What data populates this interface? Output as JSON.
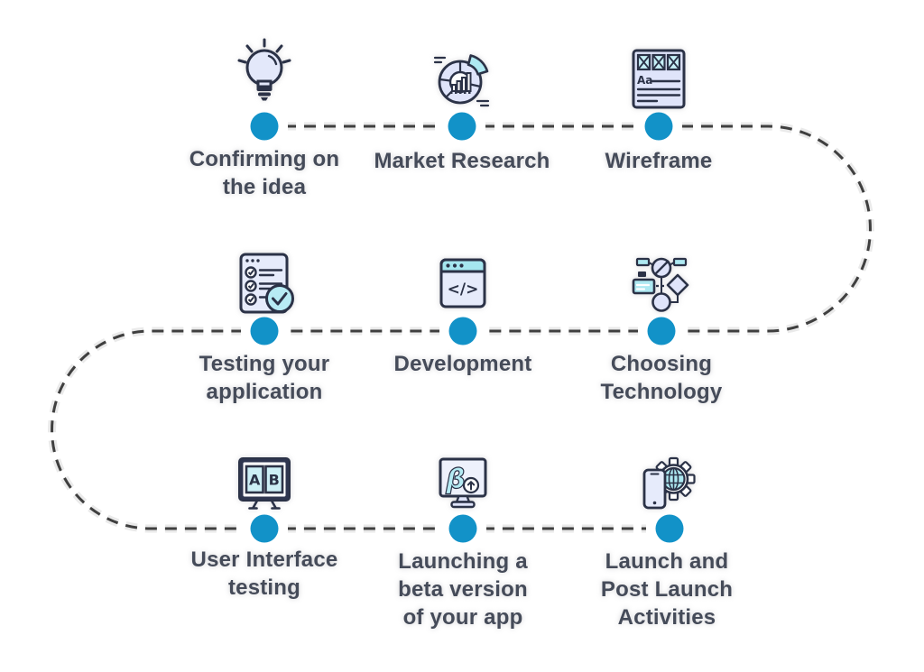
{
  "diagram": {
    "type": "process-flow",
    "steps": [
      {
        "label": "Confirming on\nthe idea",
        "icon": "lightbulb-idea-icon"
      },
      {
        "label": "Market Research",
        "icon": "market-research-chart-icon"
      },
      {
        "label": "Wireframe",
        "icon": "wireframe-layout-icon"
      },
      {
        "label": "Testing your\napplication",
        "icon": "testing-checklist-icon"
      },
      {
        "label": "Development",
        "icon": "development-code-window-icon"
      },
      {
        "label": "Choosing\nTechnology",
        "icon": "technology-flowchart-icon"
      },
      {
        "label": "User Interface\ntesting",
        "icon": "ab-testing-monitor-icon"
      },
      {
        "label": "Launching a\nbeta version\nof your app",
        "icon": "beta-launch-monitor-icon"
      },
      {
        "label": "Launch and\nPost Launch\nActivities",
        "icon": "launch-globe-gear-phone-icon"
      }
    ],
    "colors": {
      "node_dot": "#1292c8",
      "connector_line": "#3f3f3f",
      "label_text": "#454b59",
      "icon_outline": "#2b3247",
      "icon_fill_lavender": "#dfe4fa",
      "icon_fill_cyan": "#aee9f2"
    },
    "icon_glyphs": {
      "wireframe_sample_text": "Aa",
      "code_symbol": "</>",
      "variant_a": "A",
      "variant_b": "B",
      "beta_symbol": "β"
    }
  }
}
